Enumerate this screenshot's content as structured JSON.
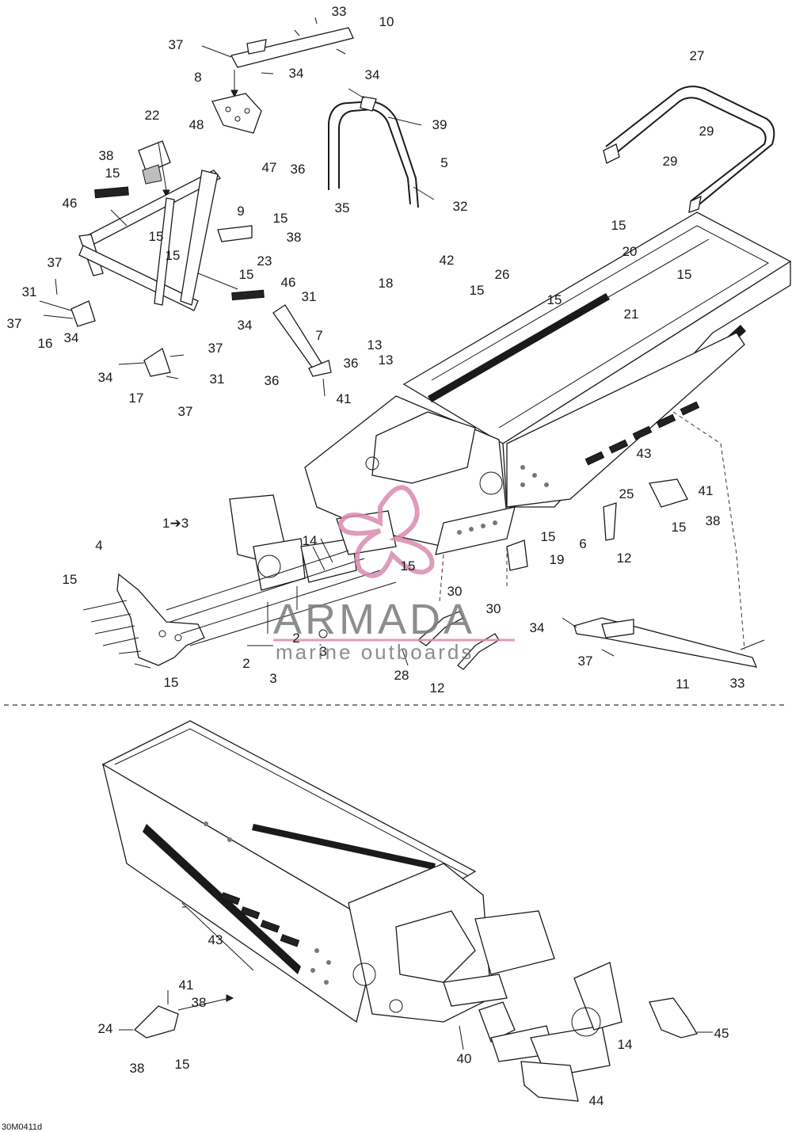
{
  "figure_code": "30M0411d",
  "step_note": "1➔3",
  "watermark": {
    "brand": "ARMADA",
    "tagline": "marine outboards",
    "brand_color": "#7a7a7a",
    "accent_color": "#d98ab0"
  },
  "labels": [
    {
      "id": "l33a",
      "text": "33"
    },
    {
      "id": "l10",
      "text": "10"
    },
    {
      "id": "l37a",
      "text": "37"
    },
    {
      "id": "l34a",
      "text": "34"
    },
    {
      "id": "l8",
      "text": "8"
    },
    {
      "id": "l22",
      "text": "22"
    },
    {
      "id": "l48",
      "text": "48"
    },
    {
      "id": "l38a",
      "text": "38"
    },
    {
      "id": "l15a",
      "text": "15"
    },
    {
      "id": "l47",
      "text": "47"
    },
    {
      "id": "l46a",
      "text": "46"
    },
    {
      "id": "l9",
      "text": "9"
    },
    {
      "id": "l15b",
      "text": "15"
    },
    {
      "id": "l15c",
      "text": "15"
    },
    {
      "id": "l38b",
      "text": "38"
    },
    {
      "id": "l15d",
      "text": "15"
    },
    {
      "id": "l23",
      "text": "23"
    },
    {
      "id": "l15e",
      "text": "15"
    },
    {
      "id": "l37b",
      "text": "37"
    },
    {
      "id": "l31a",
      "text": "31"
    },
    {
      "id": "l37c",
      "text": "37"
    },
    {
      "id": "l16",
      "text": "16"
    },
    {
      "id": "l34b",
      "text": "34"
    },
    {
      "id": "l46b",
      "text": "46"
    },
    {
      "id": "l31b",
      "text": "31"
    },
    {
      "id": "l34c",
      "text": "34"
    },
    {
      "id": "l7",
      "text": "7"
    },
    {
      "id": "l37d",
      "text": "37"
    },
    {
      "id": "l34d",
      "text": "34"
    },
    {
      "id": "l31c",
      "text": "31"
    },
    {
      "id": "l17",
      "text": "17"
    },
    {
      "id": "l37e",
      "text": "37"
    },
    {
      "id": "l36a",
      "text": "36"
    },
    {
      "id": "l36b",
      "text": "36"
    },
    {
      "id": "l41a",
      "text": "41"
    },
    {
      "id": "l34e",
      "text": "34"
    },
    {
      "id": "l39",
      "text": "39"
    },
    {
      "id": "l36c",
      "text": "36"
    },
    {
      "id": "l5",
      "text": "5"
    },
    {
      "id": "l35",
      "text": "35"
    },
    {
      "id": "l32",
      "text": "32"
    },
    {
      "id": "l27",
      "text": "27"
    },
    {
      "id": "l29a",
      "text": "29"
    },
    {
      "id": "l29b",
      "text": "29"
    },
    {
      "id": "l42",
      "text": "42"
    },
    {
      "id": "l18",
      "text": "18"
    },
    {
      "id": "l26",
      "text": "26"
    },
    {
      "id": "l15f",
      "text": "15"
    },
    {
      "id": "l15g",
      "text": "15"
    },
    {
      "id": "l15h",
      "text": "15"
    },
    {
      "id": "l20",
      "text": "20"
    },
    {
      "id": "l15i",
      "text": "15"
    },
    {
      "id": "l21",
      "text": "21"
    },
    {
      "id": "l13a",
      "text": "13"
    },
    {
      "id": "l13b",
      "text": "13"
    },
    {
      "id": "l43a",
      "text": "43"
    },
    {
      "id": "l41b",
      "text": "41"
    },
    {
      "id": "l25",
      "text": "25"
    },
    {
      "id": "l15j",
      "text": "15"
    },
    {
      "id": "l38c",
      "text": "38"
    },
    {
      "id": "l15k",
      "text": "15"
    },
    {
      "id": "l19",
      "text": "19"
    },
    {
      "id": "l6",
      "text": "6"
    },
    {
      "id": "l12a",
      "text": "12"
    },
    {
      "id": "l4",
      "text": "4"
    },
    {
      "id": "l14a",
      "text": "14"
    },
    {
      "id": "l15l",
      "text": "15"
    },
    {
      "id": "l15m",
      "text": "15"
    },
    {
      "id": "l2a",
      "text": "2"
    },
    {
      "id": "l3a",
      "text": "3"
    },
    {
      "id": "l2b",
      "text": "2"
    },
    {
      "id": "l3b",
      "text": "3"
    },
    {
      "id": "l15n",
      "text": "15"
    },
    {
      "id": "l30a",
      "text": "30"
    },
    {
      "id": "l30b",
      "text": "30"
    },
    {
      "id": "l28",
      "text": "28"
    },
    {
      "id": "l12b",
      "text": "12"
    },
    {
      "id": "l34f",
      "text": "34"
    },
    {
      "id": "l37f",
      "text": "37"
    },
    {
      "id": "l11",
      "text": "11"
    },
    {
      "id": "l33b",
      "text": "33"
    },
    {
      "id": "l43b",
      "text": "43"
    },
    {
      "id": "l41c",
      "text": "41"
    },
    {
      "id": "l38d",
      "text": "38"
    },
    {
      "id": "l24",
      "text": "24"
    },
    {
      "id": "l38e",
      "text": "38"
    },
    {
      "id": "l15o",
      "text": "15"
    },
    {
      "id": "l40",
      "text": "40"
    },
    {
      "id": "l14b",
      "text": "14"
    },
    {
      "id": "l45",
      "text": "45"
    },
    {
      "id": "l44",
      "text": "44"
    }
  ]
}
